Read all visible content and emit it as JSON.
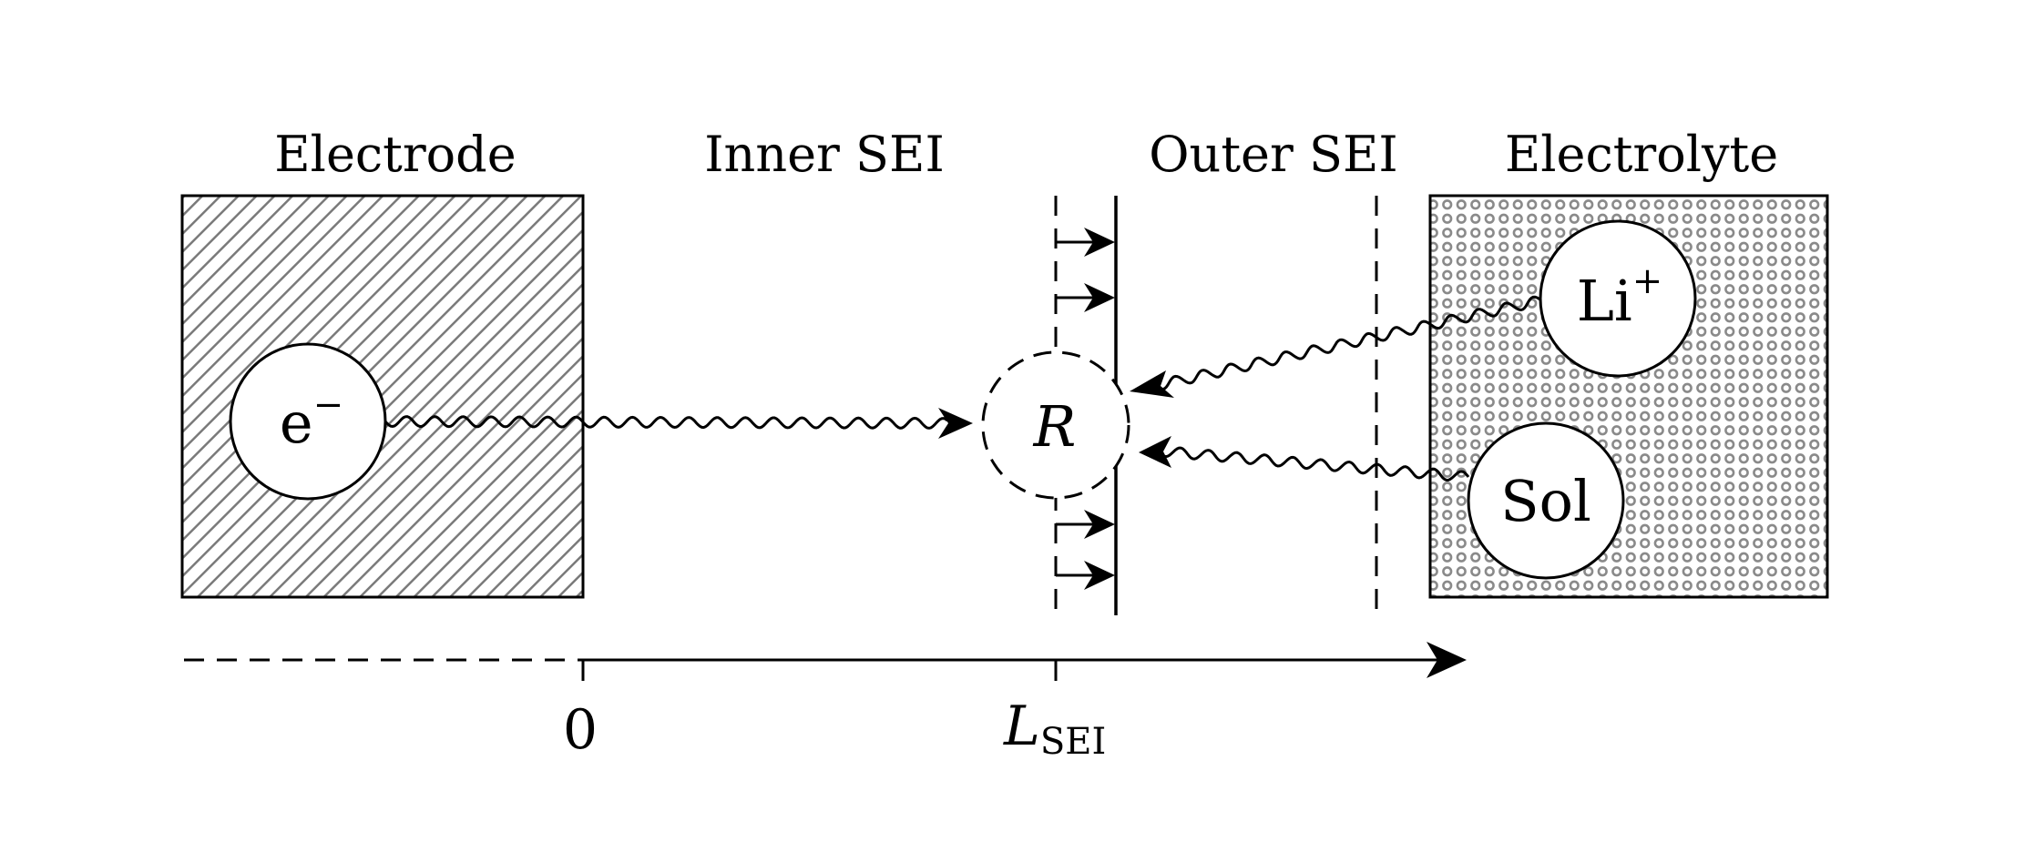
{
  "regions": {
    "electrode": "Electrode",
    "inner_sei": "Inner SEI",
    "outer_sei": "Outer SEI",
    "electrolyte": "Electrolyte"
  },
  "particles": {
    "electron": {
      "base": "e",
      "sup": "−"
    },
    "lithium": {
      "base": "Li",
      "sup": "+"
    },
    "solvent": {
      "base": "Sol"
    },
    "reaction": {
      "base": "R"
    }
  },
  "axis": {
    "origin": "0",
    "thickness": {
      "base": "L",
      "sub": "SEI"
    }
  }
}
